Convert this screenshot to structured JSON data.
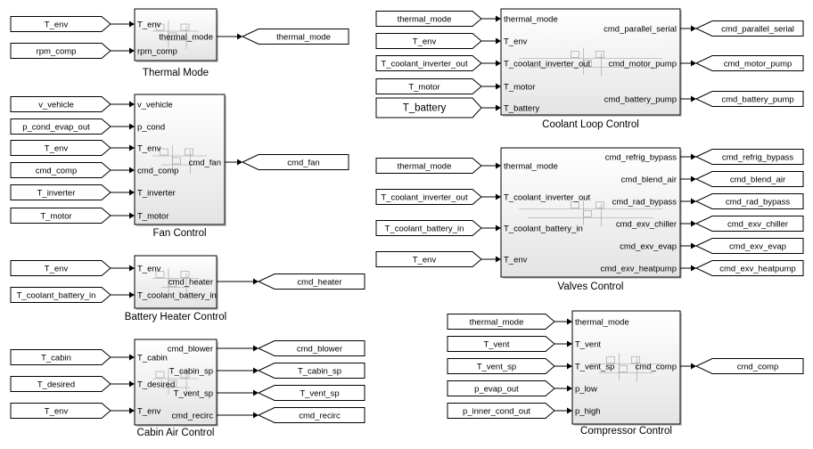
{
  "colors": {
    "line": "#000000",
    "block_top": "#ffffff",
    "block_bottom": "#e6e6e6",
    "inner": "#9a9a9a"
  },
  "blocks": {
    "thermal_mode": {
      "title": "Thermal Mode",
      "inputs": [
        "T_env",
        "rpm_comp"
      ],
      "outputs": [
        "thermal_mode"
      ],
      "in_tags": [
        "T_env",
        "rpm_comp"
      ],
      "out_tags": [
        "thermal_mode"
      ]
    },
    "fan": {
      "title": "Fan Control",
      "inputs": [
        "v_vehicle",
        "p_cond",
        "T_env",
        "cmd_comp",
        "T_inverter",
        "T_motor"
      ],
      "outputs": [
        "cmd_fan"
      ],
      "in_tags": [
        "v_vehicle",
        "p_cond_evap_out",
        "T_env",
        "cmd_comp",
        "T_inverter",
        "T_motor"
      ],
      "out_tags": [
        "cmd_fan"
      ]
    },
    "heater": {
      "title": "Battery Heater Control",
      "inputs": [
        "T_env",
        "T_coolant_battery_in"
      ],
      "outputs": [
        "cmd_heater"
      ],
      "in_tags": [
        "T_env",
        "T_coolant_battery_in"
      ],
      "out_tags": [
        "cmd_heater"
      ]
    },
    "cabin": {
      "title": "Cabin Air Control",
      "inputs": [
        "T_cabin",
        "T_desired",
        "T_env"
      ],
      "outputs": [
        "cmd_blower",
        "T_cabin_sp",
        "T_vent_sp",
        "cmd_recirc"
      ],
      "in_tags": [
        "T_cabin",
        "T_desired",
        "T_env"
      ],
      "out_tags": [
        "cmd_blower",
        "T_cabin_sp",
        "T_vent_sp",
        "cmd_recirc"
      ]
    },
    "coolant": {
      "title": "Coolant Loop Control",
      "inputs": [
        "thermal_mode",
        "T_env",
        "T_coolant_inverter_out",
        "T_motor",
        "T_battery"
      ],
      "outputs": [
        "cmd_parallel_serial",
        "cmd_motor_pump",
        "cmd_battery_pump"
      ],
      "in_tags": [
        "thermal_mode",
        "T_env",
        "T_coolant_inverter_out",
        "T_motor",
        "T_battery"
      ],
      "out_tags": [
        "cmd_parallel_serial",
        "cmd_motor_pump",
        "cmd_battery_pump"
      ]
    },
    "valves": {
      "title": "Valves Control",
      "inputs": [
        "thermal_mode",
        "T_coolant_inverter_out",
        "T_coolant_battery_in",
        "T_env"
      ],
      "outputs": [
        "cmd_refrig_bypass",
        "cmd_blend_air",
        "cmd_rad_bypass",
        "cmd_exv_chiller",
        "cmd_exv_evap",
        "cmd_exv_heatpump"
      ],
      "in_tags": [
        "thermal_mode",
        "T_coolant_inverter_out",
        "T_coolant_battery_in",
        "T_env"
      ],
      "out_tags": [
        "cmd_refrig_bypass",
        "cmd_blend_air",
        "cmd_rad_bypass",
        "cmd_exv_chiller",
        "cmd_exv_evap",
        "cmd_exv_heatpump"
      ]
    },
    "compressor": {
      "title": "Compressor Control",
      "inputs": [
        "thermal_mode",
        "T_vent",
        "T_vent_sp",
        "p_low",
        "p_high"
      ],
      "outputs": [
        "cmd_comp"
      ],
      "in_tags": [
        "thermal_mode",
        "T_vent",
        "T_vent_sp",
        "p_evap_out",
        "p_inner_cond_out"
      ],
      "out_tags": [
        "cmd_comp"
      ]
    }
  }
}
